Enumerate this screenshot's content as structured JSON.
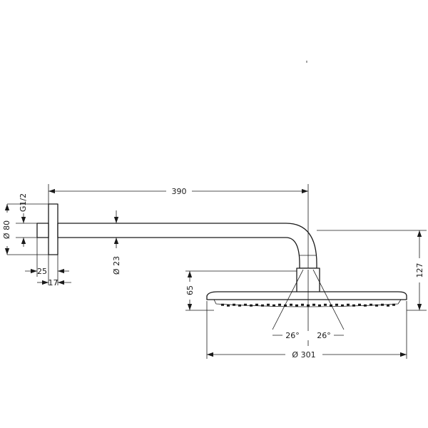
{
  "dimensions": {
    "arm_length": "390",
    "wall_connection_thread": "G1/2",
    "flange_diameter": "Ø 80",
    "arm_diameter": "Ø 23",
    "flange_projection": "25",
    "flange_thickness": "17",
    "head_height": "65",
    "arm_drop": "127",
    "spray_angle_left": "26°",
    "spray_angle_right": "26°",
    "head_diameter": "Ø 301"
  }
}
